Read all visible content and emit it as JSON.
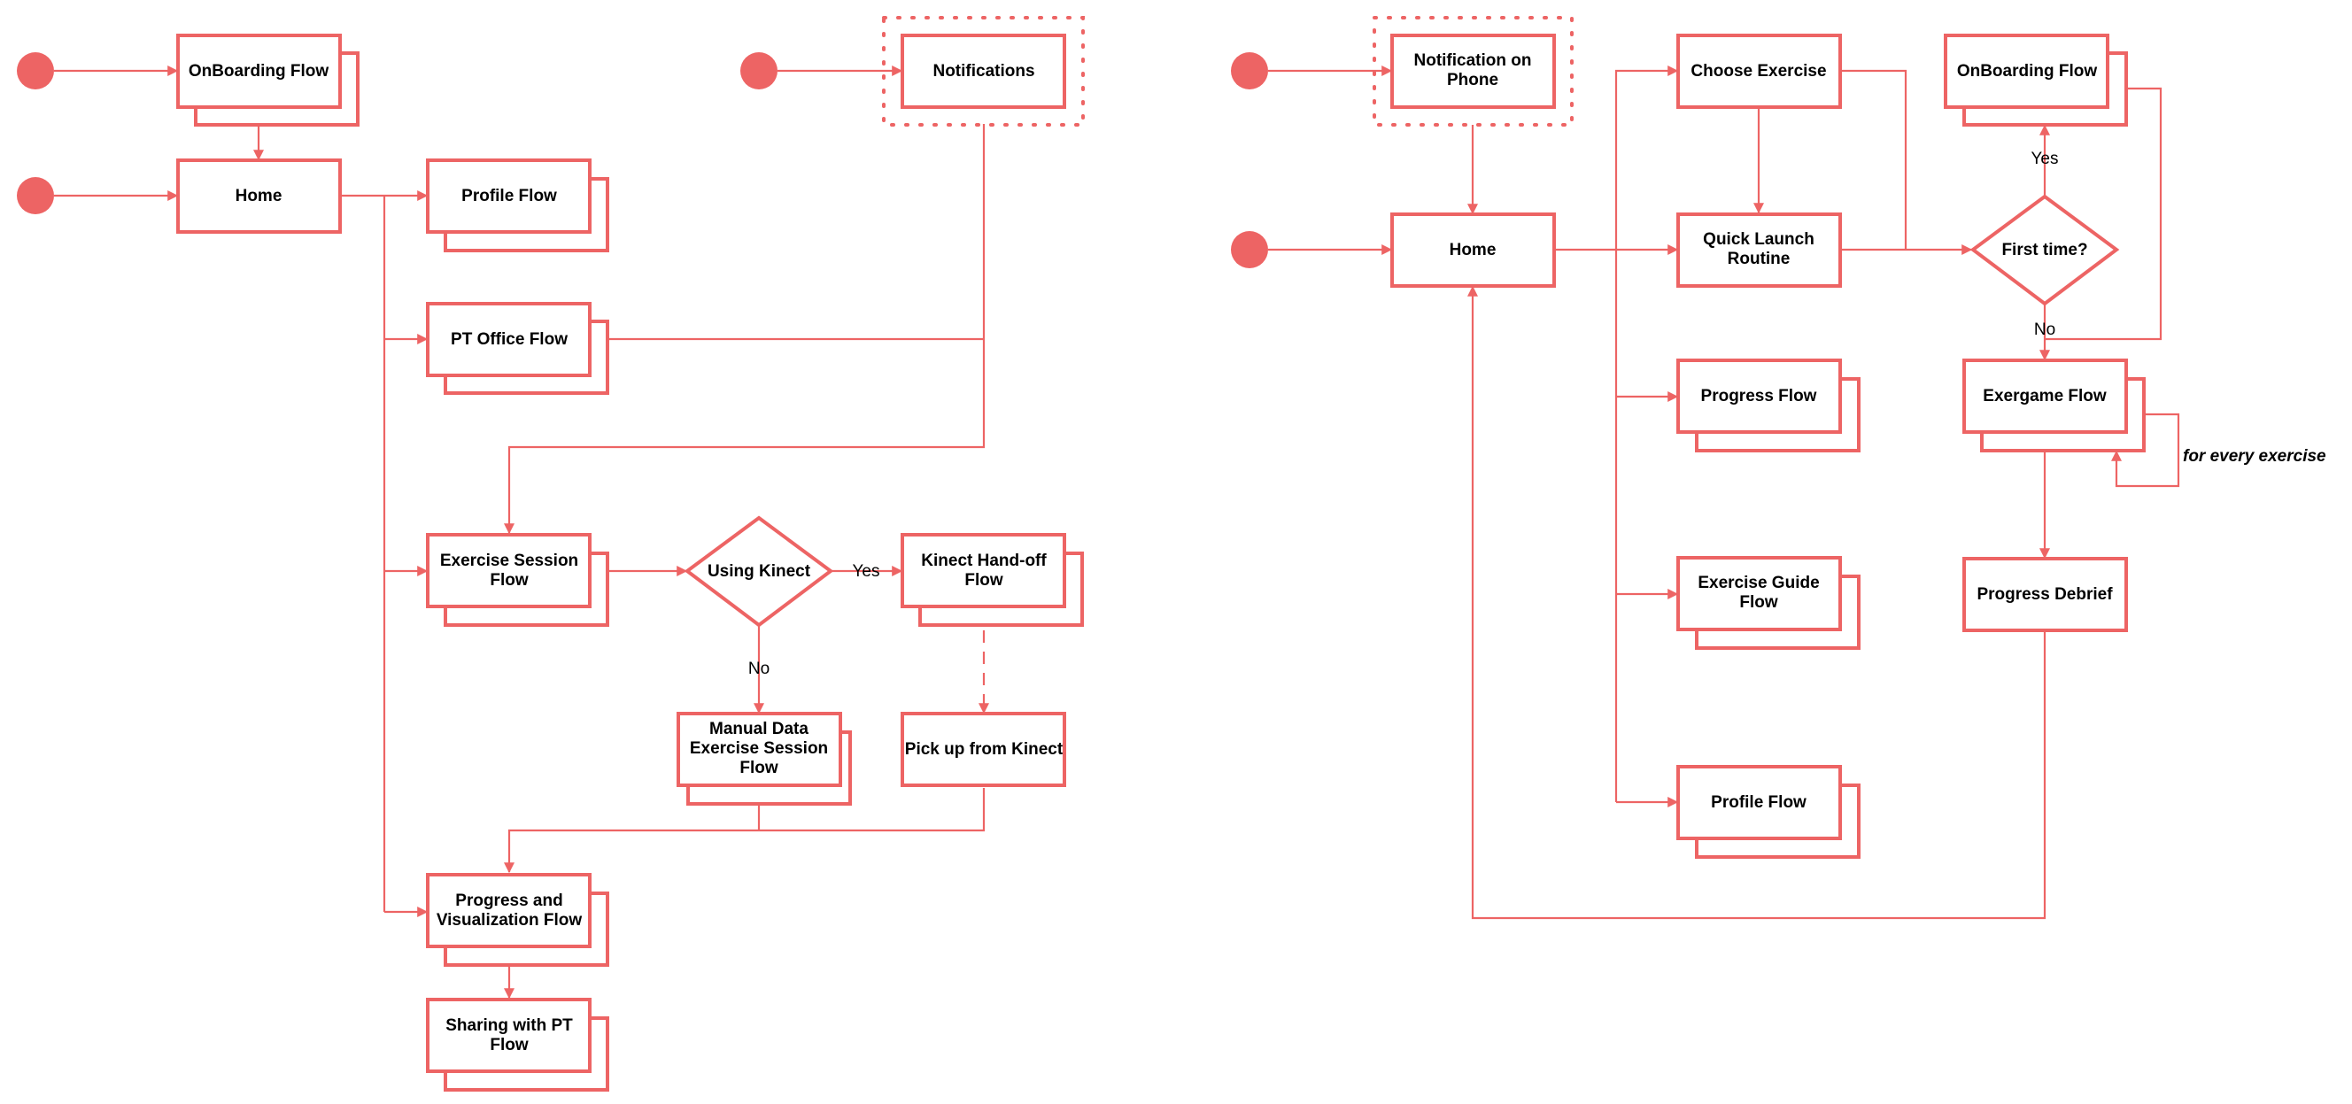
{
  "colors": {
    "accent": "#ed6464",
    "text": "#000000",
    "background": "#ffffff"
  },
  "left": {
    "onboarding": "OnBoarding Flow",
    "home": "Home",
    "profile": "Profile Flow",
    "pt_office": "PT Office Flow",
    "notifications": "Notifications",
    "exercise_session": [
      "Exercise Session",
      "Flow"
    ],
    "using_kinect": "Using Kinect",
    "yes": "Yes",
    "no": "No",
    "kinect_handoff": [
      "Kinect Hand-off",
      "Flow"
    ],
    "manual_data": [
      "Manual Data",
      "Exercise Session",
      "Flow"
    ],
    "pickup": "Pick up from Kinect",
    "progress_viz": [
      "Progress and",
      "Visualization Flow"
    ],
    "sharing": [
      "Sharing with PT",
      "Flow"
    ]
  },
  "right": {
    "notification_phone": [
      "Notification on",
      "Phone"
    ],
    "home": "Home",
    "choose_exercise": "Choose Exercise",
    "quick_launch": [
      "Quick Launch",
      "Routine"
    ],
    "progress_flow": "Progress Flow",
    "exercise_guide": [
      "Exercise Guide",
      "Flow"
    ],
    "profile_flow": "Profile  Flow",
    "onboarding": "OnBoarding Flow",
    "yes": "Yes",
    "first_time": "First time?",
    "no": "No",
    "exergame": "Exergame Flow",
    "for_every": "for every exercise",
    "progress_debrief": "Progress Debrief"
  }
}
